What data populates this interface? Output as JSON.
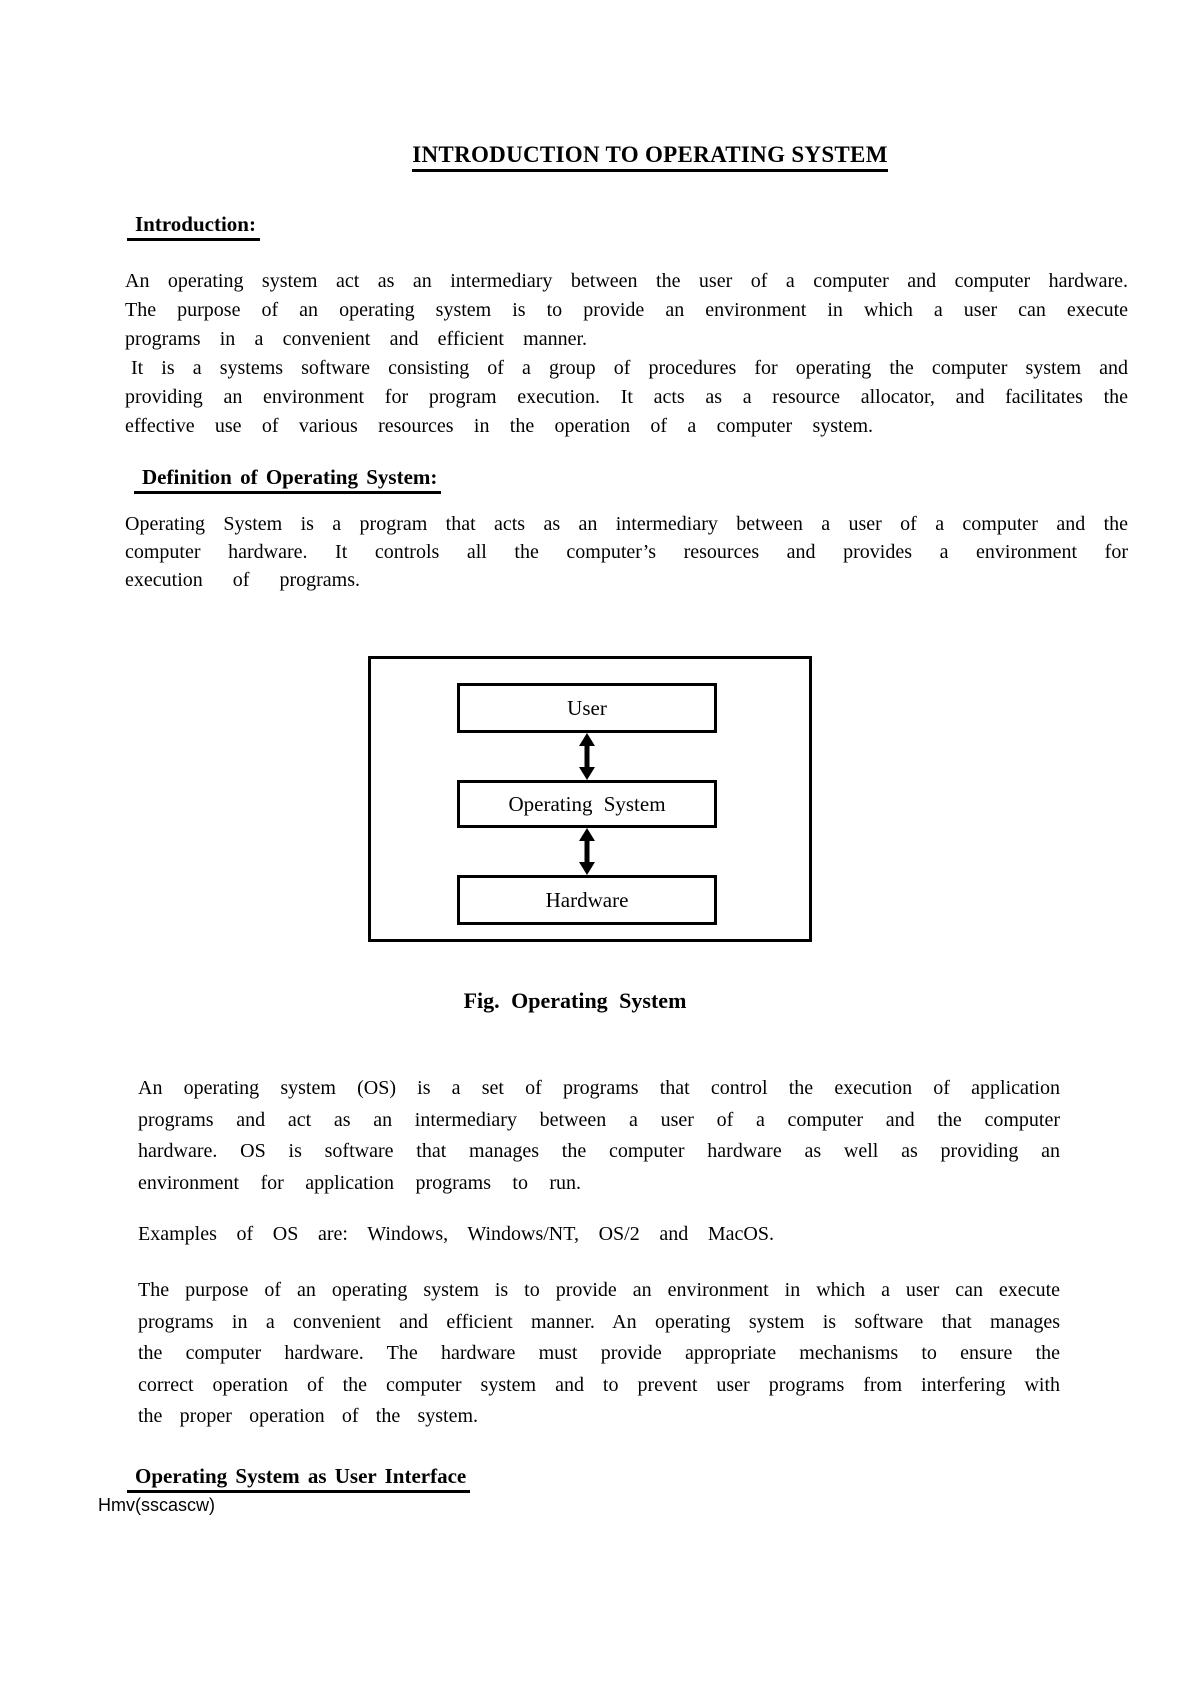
{
  "doc": {
    "title": "INTRODUCTION TO OPERATING SYSTEM",
    "headings": {
      "intro": "Introduction:",
      "definition": "Definition of Operating System:",
      "user_interface": "Operating System as User Interface"
    },
    "paragraphs": {
      "p1_lines": [
        "An operating system act as an intermediary between the user of a computer and computer hardware.",
        "The purpose of an operating system is to provide an environment in which a user can execute",
        "programs in a convenient and efficient manner."
      ],
      "p2_lines": [
        "It is a systems software consisting of a group of procedures for operating the computer system and",
        "providing an environment for program execution. It acts as a resource allocator, and facilitates the",
        "effective use of various resources in the operation of a computer system."
      ],
      "p3_lines": [
        "Operating System is a program that acts as an intermediary between a user of a computer and the",
        "computer hardware. It controls all the computer’s resources and provides a environment for",
        "execution of programs."
      ],
      "p4_lines": [
        "An operating system (OS) is a set of programs that control the execution of application",
        "programs and act as an intermediary between a user of a computer and the computer",
        "hardware. OS is software that manages the computer hardware as well as providing an",
        "environment for application programs to run."
      ],
      "p5": "Examples of OS are: Windows, Windows/NT, OS/2 and MacOS.",
      "p6_lines": [
        "The purpose of an operating system is to provide an environment in which a user can execute",
        "programs in a convenient and efficient manner. An operating system is software that manages",
        "the computer hardware. The hardware must provide appropriate mechanisms to ensure the",
        "correct operation of the computer system and to prevent user programs from interfering with",
        "the proper operation of the system."
      ]
    },
    "figure": {
      "boxes": [
        "User",
        "Operating System",
        "Hardware"
      ],
      "caption": "Fig. Operating System"
    },
    "footer": "Hmv(sscascw)"
  }
}
